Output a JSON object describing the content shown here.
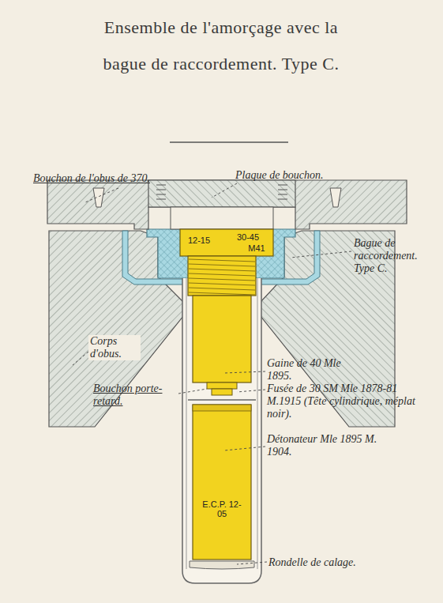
{
  "diagram": {
    "title": "Ensemble de l'amorçage avec la bague de raccordement. Type C.",
    "labels": [
      "Bouchon de l'obus de 370.",
      "Plaque de bouchon.",
      "Bague de raccordement. Type C.",
      "Corps d'obus.",
      "Gaine de 40 Mle 1895.",
      "Bouchon porte-retard.",
      "Fusée de 30 SM Mle 1878-81 M.1915 (Tête cylindrique, méplat noir).",
      "Détonateur Mle 1895 M. 1904.",
      "Rondelle de calage.",
      "12-15",
      "30-45",
      "M41",
      "E.C.P. 12-05"
    ]
  }
}
